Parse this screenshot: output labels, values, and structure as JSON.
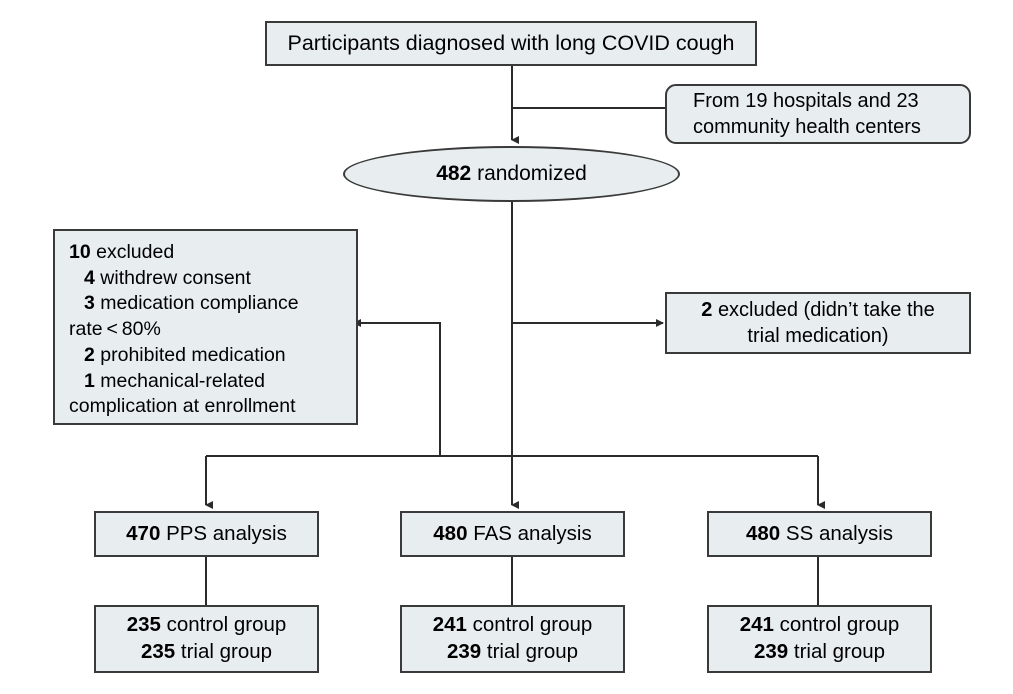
{
  "diagram": {
    "title": "CONSORT participant flow diagram",
    "style": {
      "node_fill": "#e8eef0",
      "node_border": "#3a3a3a",
      "connector_color": "#2b2b2b",
      "background": "#ffffff",
      "text_color": "#000000"
    },
    "nodes": {
      "top": {
        "name": "enrollment",
        "text": "Participants diagnosed with long COVID cough"
      },
      "source": {
        "name": "recruitment-sites",
        "line1": "From 19 hospitals and 23",
        "line2": "community health centers"
      },
      "randomized": {
        "name": "randomization",
        "count": "482",
        "label": "randomized"
      },
      "excluded_left": {
        "name": "pps-exclusions",
        "header_count": "10",
        "header_label": "excluded",
        "items": [
          {
            "count": "4",
            "label": "withdrew consent"
          },
          {
            "count": "3",
            "label": "medication compliance"
          },
          {
            "count": "",
            "label": "rate < 80%"
          },
          {
            "count": "2",
            "label": "prohibited medication"
          },
          {
            "count": "1",
            "label": "mechanical-related"
          },
          {
            "count": "",
            "label": "complication at enrollment"
          }
        ]
      },
      "excluded_right": {
        "name": "fas-exclusions",
        "count": "2",
        "line1": "excluded (didn’t take the",
        "line2": "trial medication)"
      },
      "pps": {
        "count": "470",
        "label": "PPS analysis"
      },
      "fas": {
        "count": "480",
        "label": "FAS analysis"
      },
      "ss": {
        "count": "480",
        "label": "SS analysis"
      },
      "pps_groups": {
        "control_count": "235",
        "control_label": "control group",
        "trial_count": "235",
        "trial_label": "trial group"
      },
      "fas_groups": {
        "control_count": "241",
        "control_label": "control group",
        "trial_count": "239",
        "trial_label": "trial group"
      },
      "ss_groups": {
        "control_count": "241",
        "control_label": "control group",
        "trial_count": "239",
        "trial_label": "trial group"
      }
    }
  }
}
